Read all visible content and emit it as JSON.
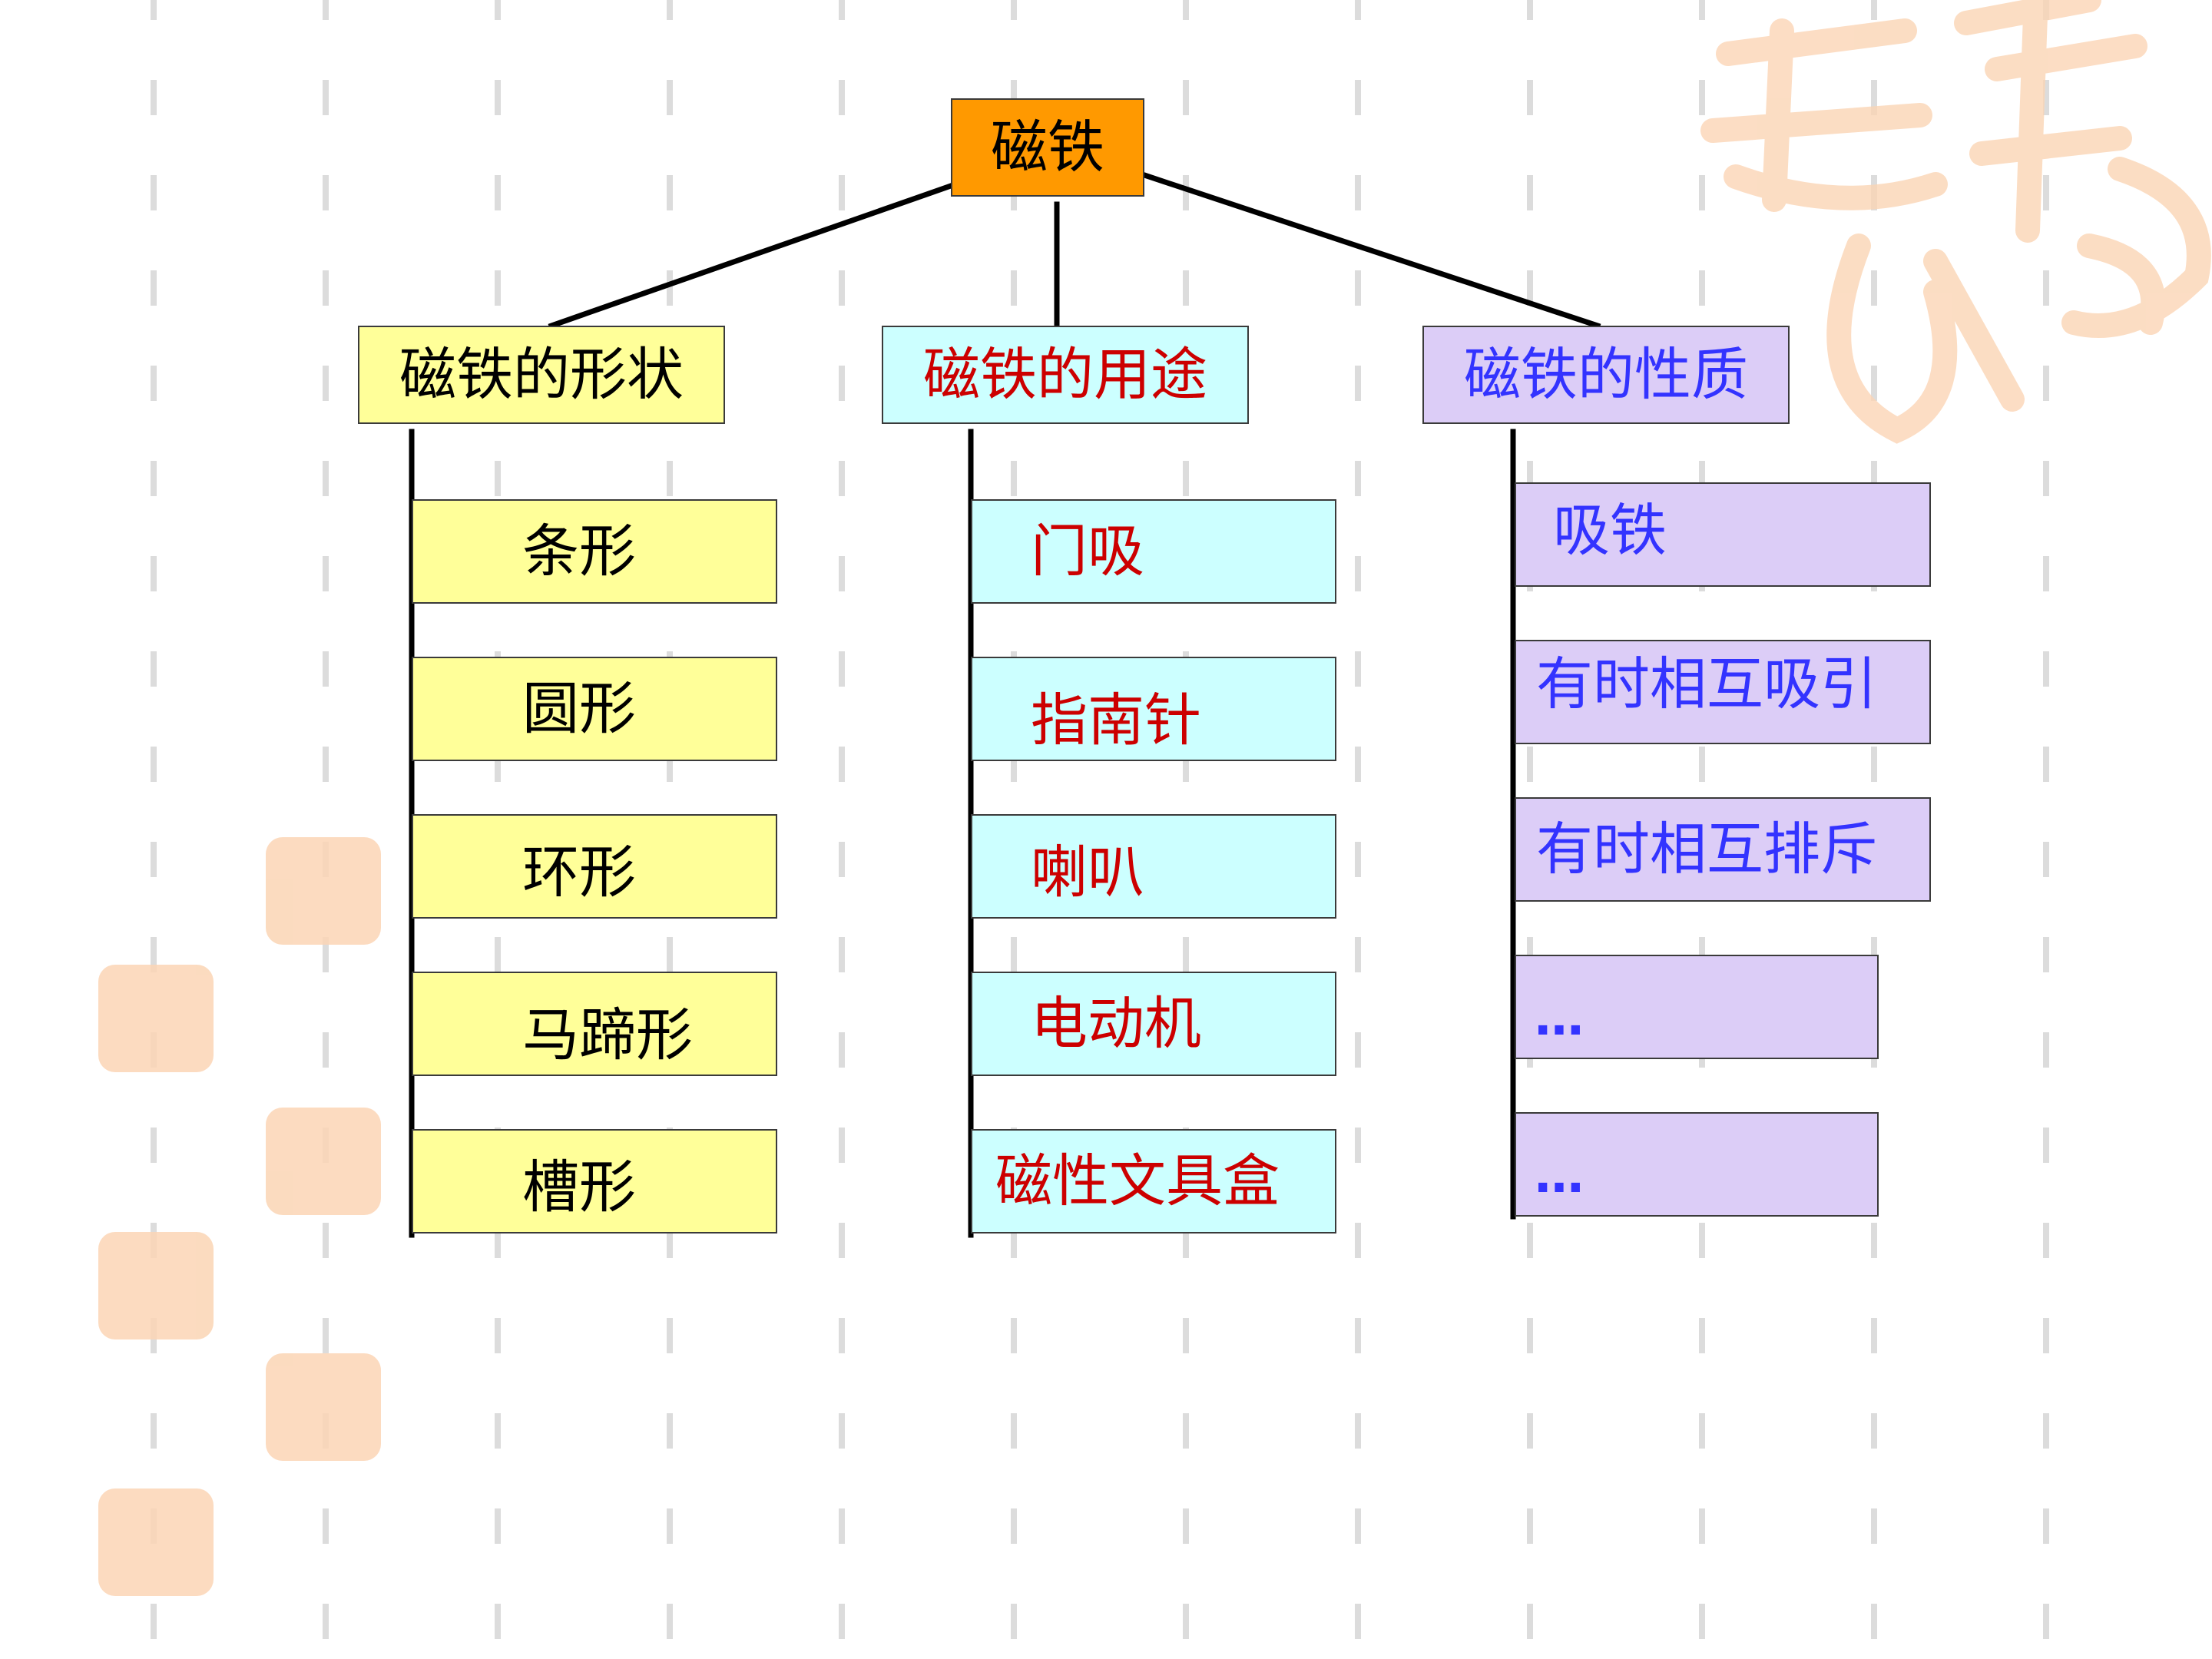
{
  "root": {
    "label": "磁铁"
  },
  "branches": [
    {
      "label": "磁铁的形状",
      "items": [
        "条形",
        "圆形",
        "环形",
        "马蹄形",
        "槽形"
      ]
    },
    {
      "label": "磁铁的用途",
      "items": [
        "门吸",
        "指南针",
        "喇叭",
        "电动机",
        "磁性文具盒"
      ]
    },
    {
      "label": "磁铁的性质",
      "items": [
        "吸铁",
        "有时相互吸引",
        "有时相互排斥",
        "…",
        "…"
      ]
    }
  ],
  "colors": {
    "root_fill": "#ff9900",
    "shape_fill": "#ffff99",
    "use_fill": "#ccffff",
    "property_fill": "#dccdf7",
    "shape_text": "#000000",
    "use_text": "#cc0000",
    "property_text": "#3333ff",
    "watermark": "#fbd5b5"
  }
}
